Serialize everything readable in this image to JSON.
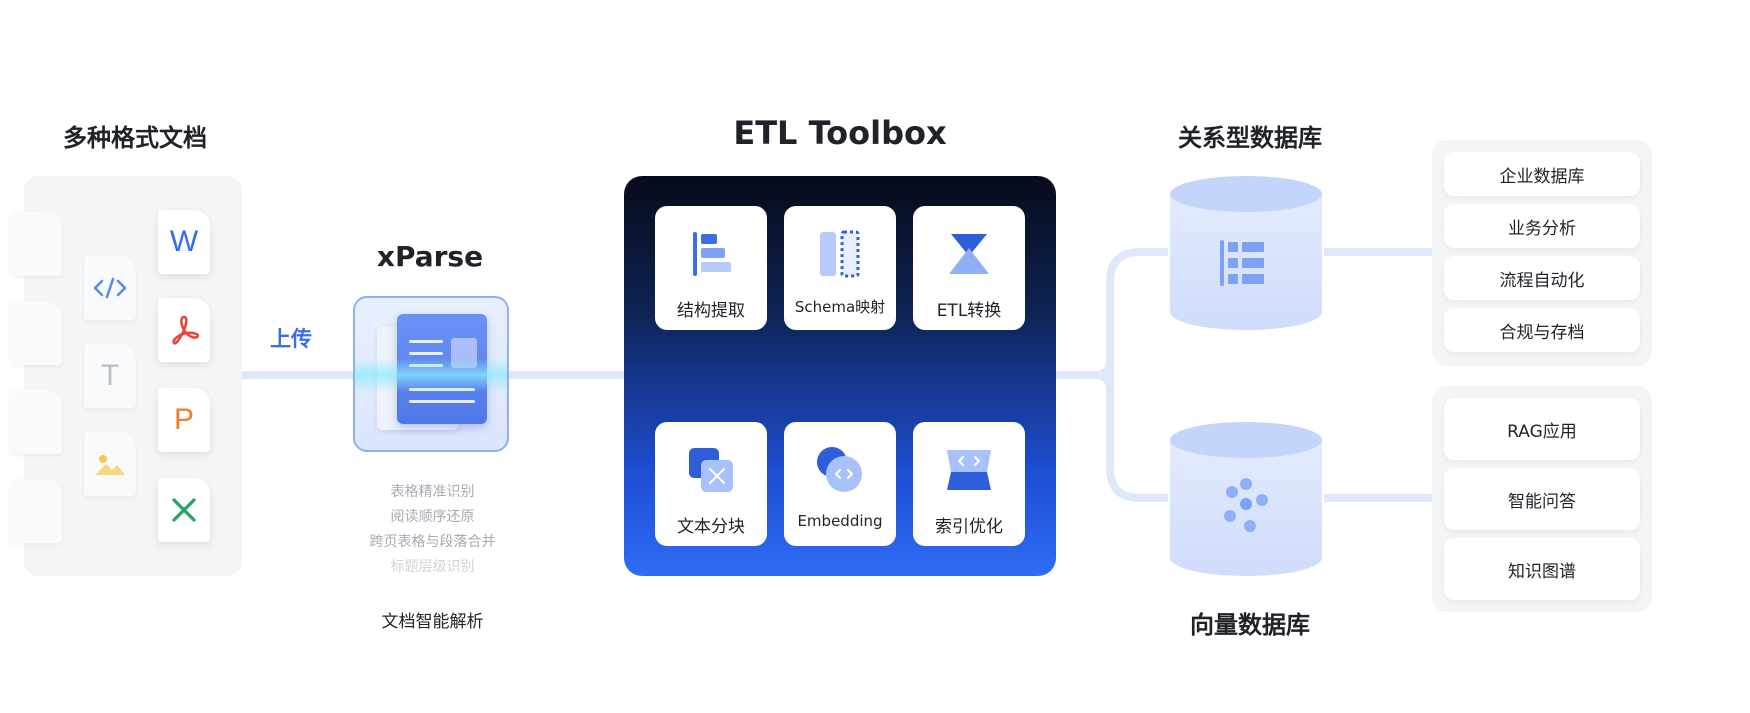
{
  "sources": {
    "title": "多种格式文档",
    "file_icons": [
      "code-file-icon",
      "text-file-icon",
      "image-file-icon",
      "word-file-icon",
      "pdf-file-icon",
      "ppt-file-icon",
      "excel-file-icon"
    ],
    "word_letter": "W",
    "text_letter": "T",
    "ppt_letter": "P",
    "colors": {
      "word": "#2f6cf5",
      "pdf": "#e5483b",
      "ppt": "#ef7d2a",
      "excel": "#25a564",
      "code": "#5b8def"
    }
  },
  "upload_label": "上传",
  "xparse": {
    "title": "xParse",
    "features": [
      "表格精准识别",
      "阅读顺序还原",
      "跨页表格与段落合并",
      "标题层级识别"
    ],
    "caption": "文档智能解析"
  },
  "etl": {
    "title": "ETL Toolbox",
    "tools": [
      {
        "label": "结构提取",
        "icon": "structure-extract-icon"
      },
      {
        "label": "Schema映射",
        "icon": "schema-mapping-icon"
      },
      {
        "label": "ETL转换",
        "icon": "etl-transform-icon"
      },
      {
        "label": "文本分块",
        "icon": "text-chunk-icon"
      },
      {
        "label": "Embedding",
        "icon": "embedding-icon"
      },
      {
        "label": "索引优化",
        "icon": "index-optimize-icon"
      }
    ],
    "gradient": [
      "#050b18",
      "#0e2456",
      "#1e4fd6",
      "#2f6cf5"
    ]
  },
  "relational_db": {
    "title": "关系型数据库",
    "apps": [
      "企业数据库",
      "业务分析",
      "流程自动化",
      "合规与存档"
    ]
  },
  "vector_db": {
    "title": "向量数据库",
    "apps": [
      "RAG应用",
      "智能问答",
      "知识图谱"
    ]
  },
  "colors": {
    "accent": "#3b6fe0",
    "connector": "#dfe8fb",
    "panel": "#f4f5f7"
  }
}
